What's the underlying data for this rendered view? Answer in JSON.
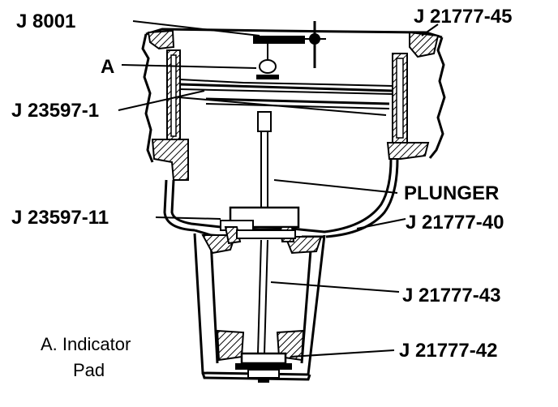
{
  "labels": {
    "j8001": "J 8001",
    "j21777_45": "J 21777-45",
    "a": "A",
    "j23597_1": "J 23597-1",
    "plunger": "PLUNGER",
    "j23597_11": "J 23597-11",
    "j21777_40": "J 21777-40",
    "j21777_43": "J 21777-43",
    "j21777_42": "J 21777-42"
  },
  "legend": {
    "line1": "A.  Indicator",
    "line2": "Pad"
  },
  "colors": {
    "ink": "#000000",
    "paper": "#ffffff"
  }
}
